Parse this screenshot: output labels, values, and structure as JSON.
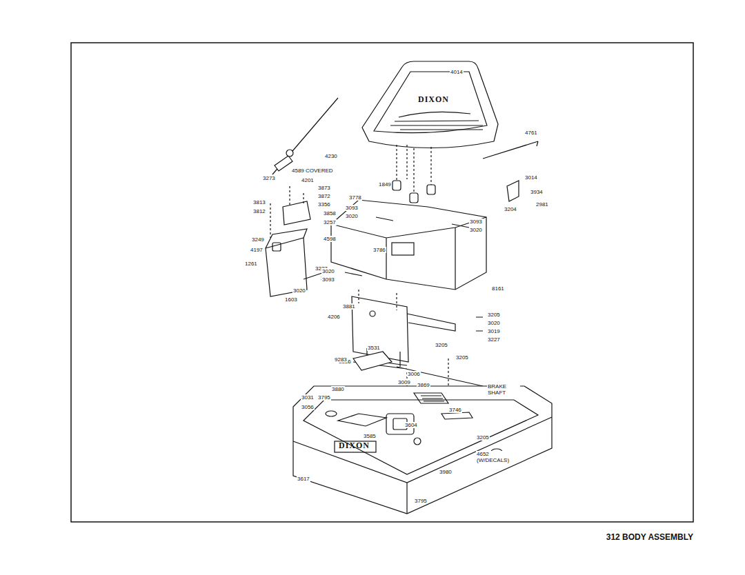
{
  "diagram": {
    "caption": "312 BODY ASSEMBLY",
    "labels": [
      "4014",
      "4230",
      "3273",
      "4589 COVERED",
      "4201",
      "3873",
      "3872",
      "3813",
      "3356",
      "3812",
      "3858",
      "3257",
      "3249",
      "4598",
      "4197",
      "3227",
      "3019",
      "1261",
      "3020",
      "1603",
      "4761",
      "1849",
      "3014",
      "3934",
      "3204",
      "2981",
      "3778",
      "3093",
      "3020",
      "3093",
      "3020",
      "3786",
      "3020",
      "3093",
      "8161",
      "3881",
      "4206",
      "3205",
      "3020",
      "3019",
      "3227",
      "3205",
      "3531",
      "3886",
      "3006",
      "3009",
      "3869",
      "3880",
      "3031",
      "3795",
      "3056",
      "3746",
      "3604",
      "3585",
      "9283",
      "3205",
      "BRAKE SHAFT",
      "3205",
      "4652 (W/DECALS)",
      "3617",
      "3980",
      "3795",
      "DIXON",
      "DIXON"
    ]
  }
}
